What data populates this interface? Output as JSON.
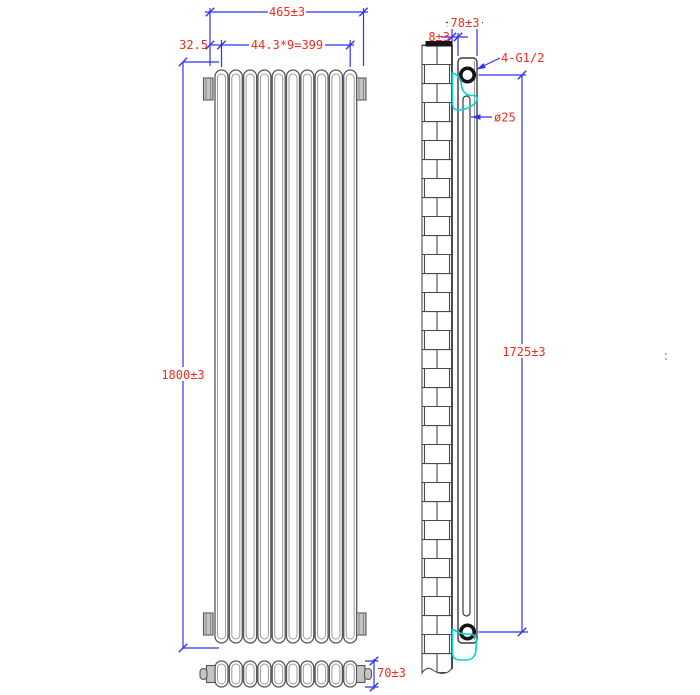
{
  "colors": {
    "dimension_blue": "#3232f5",
    "annotation_red": "#f42a20",
    "bracket_cyan": "#00d6d6",
    "line_dark": "#3f3f3f"
  },
  "dimensions": {
    "front": {
      "overall_width": "465±3",
      "left_offset": "32.5",
      "column_pitch": "44.3*9=399",
      "overall_height": "1800±3"
    },
    "plan": {
      "section_depth": "70±3"
    },
    "side": {
      "bracket_depth": "78±3",
      "wall_gap": "8±3",
      "tapping_spec": "4-G1/2",
      "tube_diameter": "ø25",
      "tapping_centres": "1725±3"
    }
  },
  "artifact": {
    "stray_mark": ":"
  }
}
